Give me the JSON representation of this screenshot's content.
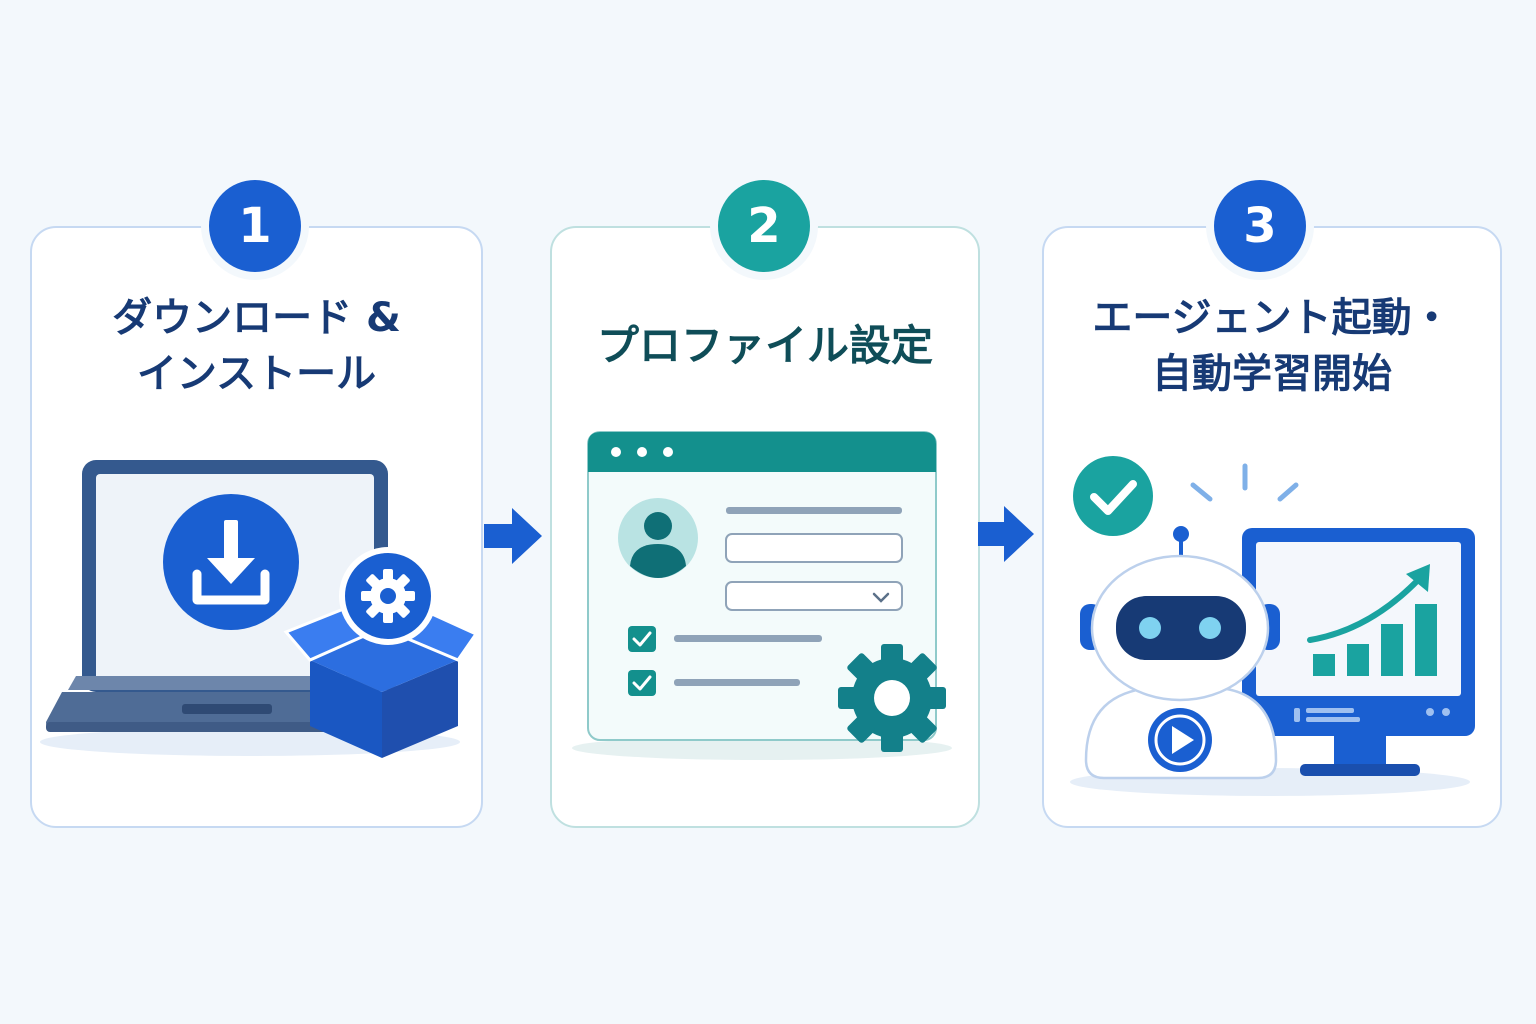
{
  "steps": [
    {
      "number": "1",
      "title_lines": [
        "ダウンロード &",
        "インストール"
      ]
    },
    {
      "number": "2",
      "title_lines": [
        "プロファイル設定"
      ]
    },
    {
      "number": "3",
      "title_lines": [
        "エージェント起動・",
        "自動学習開始"
      ]
    }
  ],
  "colors": {
    "primary_blue": "#1a5fd1",
    "teal": "#1aa3a0",
    "dark_navy": "#173a75",
    "background": "#f3f8fc"
  },
  "icons": {
    "step1": [
      "laptop-icon",
      "download-icon",
      "box-icon",
      "gear-icon"
    ],
    "step2": [
      "browser-window-icon",
      "user-avatar-icon",
      "checkbox-icon",
      "gear-icon"
    ],
    "step3": [
      "check-circle-icon",
      "robot-icon",
      "play-icon",
      "monitor-icon",
      "growth-chart-icon"
    ]
  }
}
